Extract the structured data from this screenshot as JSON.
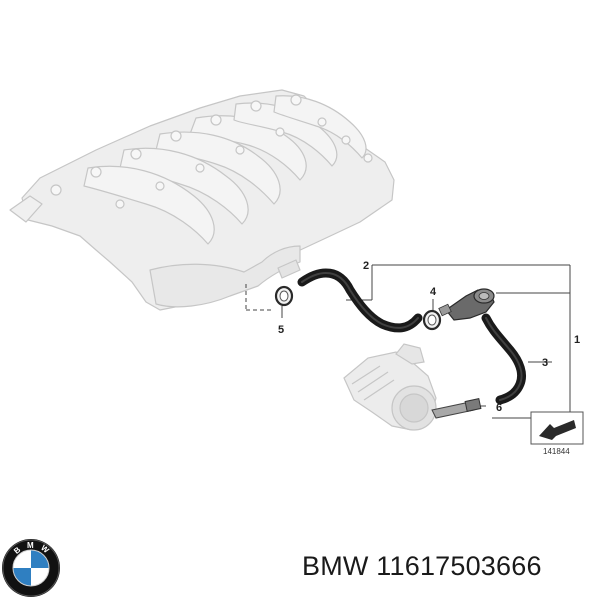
{
  "diagram": {
    "callouts": [
      {
        "id": "1",
        "label": "1"
      },
      {
        "id": "2",
        "label": "2"
      },
      {
        "id": "3",
        "label": "3"
      },
      {
        "id": "4",
        "label": "4"
      },
      {
        "id": "5",
        "label": "5"
      },
      {
        "id": "6",
        "label": "6"
      }
    ],
    "reference_number": "141844"
  },
  "logo": {
    "letters": [
      "B",
      "M",
      "W"
    ],
    "colors": {
      "ring": "#111111",
      "blue": "#2f7fc1",
      "white": "#ffffff"
    }
  },
  "caption": {
    "brand": "BMW",
    "part_number": "11617503666"
  },
  "colors": {
    "manifold_fill": "#eeeeee",
    "manifold_stroke": "#c4c4c4",
    "hose": "#1a1a1a",
    "leader": "#444444"
  }
}
